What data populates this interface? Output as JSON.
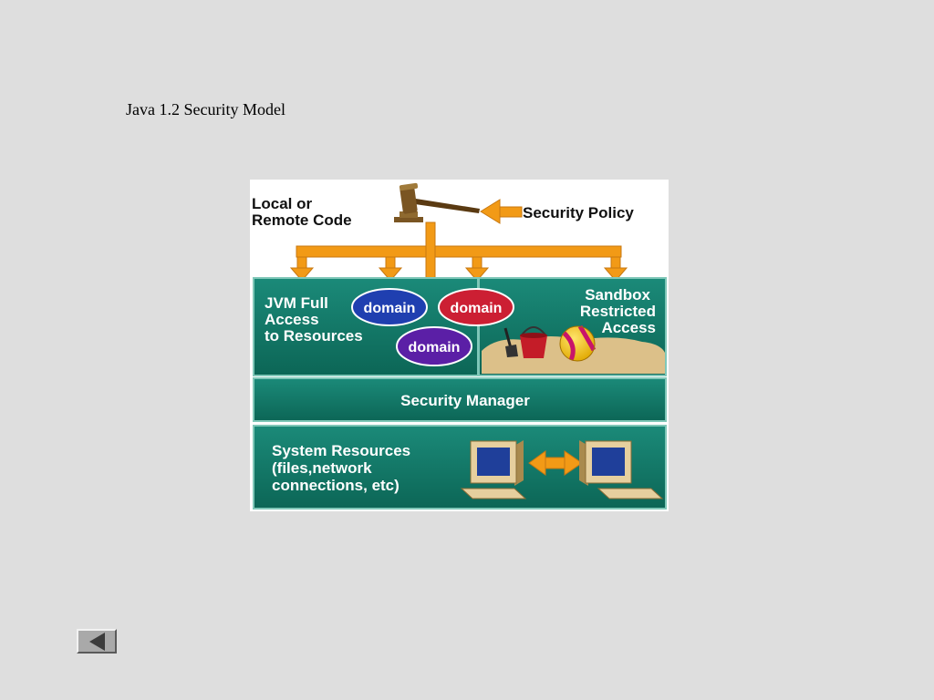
{
  "slide": {
    "title": "Java 1.2 Security Model"
  },
  "diagram": {
    "code_source_label": [
      "Local or",
      "Remote Code"
    ],
    "policy_label": "Security Policy",
    "jvm_label": [
      "JVM Full",
      "Access",
      "to Resources"
    ],
    "domains": [
      "domain",
      "domain",
      "domain"
    ],
    "sandbox_label": [
      "Sandbox",
      "Restricted",
      "Access"
    ],
    "security_manager_label": "Security Manager",
    "system_resources_label": [
      "System Resources",
      "(files,network",
      "connections, etc)"
    ],
    "icons": [
      "gavel-icon",
      "bucket-icon",
      "shovel-icon",
      "beach-ball-icon",
      "computer-icon",
      "double-arrow-icon"
    ]
  },
  "colors": {
    "panel": "#117a6a",
    "arrow": "#f29a16",
    "domain_blue": "#1f3fb0",
    "domain_red": "#cc1f33",
    "domain_purple": "#5b1fa6",
    "sand": "#dcc089"
  },
  "navigation": {
    "prev_icon": "left-triangle-icon"
  }
}
